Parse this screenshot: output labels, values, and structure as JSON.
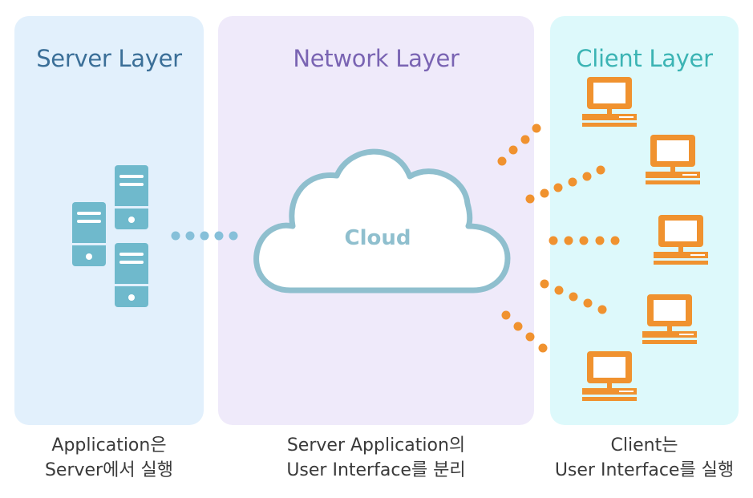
{
  "layers": {
    "server": {
      "title": "Server Layer",
      "color": "#3b6f98",
      "background": "#e2f0fc"
    },
    "network": {
      "title": "Network Layer",
      "color": "#7a64b3",
      "background": "#efeafa"
    },
    "client": {
      "title": "Client Layer",
      "color": "#3bb4b4",
      "background": "#ddf9fb"
    }
  },
  "cloud": {
    "label": "Cloud",
    "stroke": "#8fbfce"
  },
  "icons": {
    "server": "server-icon",
    "client": "computer-icon"
  },
  "captions": {
    "server": {
      "line1": "Application은",
      "line2": "Server에서 실행"
    },
    "network": {
      "line1": "Server Application의",
      "line2": "User Interface를 분리"
    },
    "client": {
      "line1": "Client는",
      "line2": "User Interface를 실행"
    }
  },
  "colors": {
    "server_icon": "#6fb9cc",
    "client_icon": "#f0922f",
    "connector_server": "#86c0d9",
    "connector_client": "#f0922f"
  }
}
